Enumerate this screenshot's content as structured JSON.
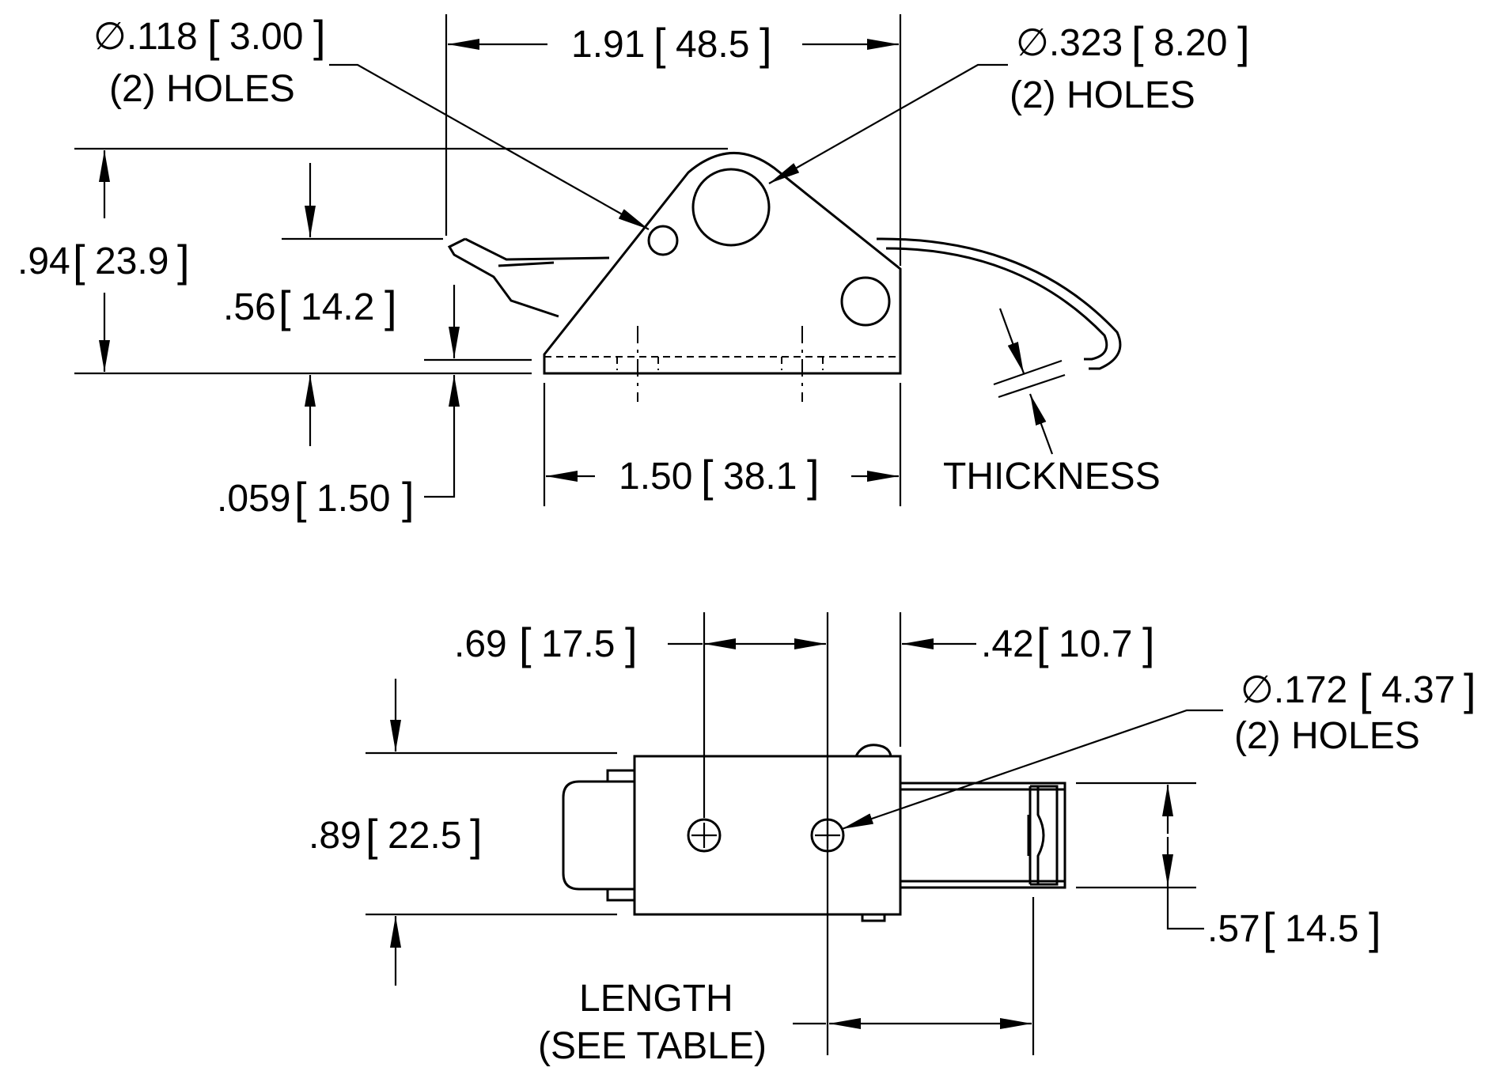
{
  "side_view": {
    "small_hole": {
      "dia": "∅.118",
      "metric": "3.00",
      "note": "(2) HOLES"
    },
    "large_hole": {
      "dia": "∅.323",
      "metric": "8.20",
      "note": "(2) HOLES"
    },
    "overall_width": {
      "inch": "1.91",
      "metric": "48.5"
    },
    "overall_height": {
      "inch": ".94",
      "metric": "23.9"
    },
    "pivot_height": {
      "inch": ".56",
      "metric": "14.2"
    },
    "base_thickness": {
      "inch": ".059",
      "metric": "1.50"
    },
    "base_width": {
      "inch": "1.50",
      "metric": "38.1"
    },
    "thickness_label": "THICKNESS"
  },
  "top_view": {
    "hole_spacing": {
      "inch": ".69",
      "metric": "17.5"
    },
    "edge_offset": {
      "inch": ".42",
      "metric": "10.7"
    },
    "mount_hole": {
      "dia": "∅.172",
      "metric": "4.37",
      "note": "(2) HOLES"
    },
    "body_width": {
      "inch": ".89",
      "metric": "22.5"
    },
    "hook_width": {
      "inch": ".57",
      "metric": "14.5"
    },
    "length_label": "LENGTH",
    "length_note": "(SEE TABLE)"
  }
}
